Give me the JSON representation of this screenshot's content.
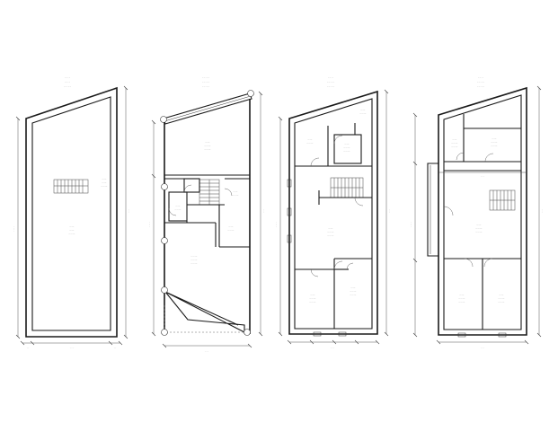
{
  "drawing": {
    "plans": [
      {
        "name": "plan-1",
        "header": [
          "· · ·",
          "· · ·",
          "· · · ·"
        ],
        "rooms": [
          {
            "id": "p1-room-a",
            "lines": [
              "· · ·",
              "· · ·",
              "· · · ·"
            ]
          },
          {
            "id": "p1-room-b",
            "lines": [
              "· · ·",
              "· · ·",
              "· · · ·"
            ]
          }
        ],
        "dims": {
          "bottom_left": "· ·",
          "bottom_mid": "· · ·",
          "bottom_right": "· ·",
          "left": "· · · ·",
          "right": "· · ·"
        }
      },
      {
        "name": "plan-2",
        "header": [
          "· · · ·",
          "· · · ·",
          "· · · ·"
        ],
        "rooms": [
          {
            "id": "p2-room-a",
            "lines": [
              "· · ·",
              "· · · ·",
              "· · · ·"
            ]
          },
          {
            "id": "p2-room-b",
            "lines": [
              "· · ·",
              "· · · ·"
            ]
          },
          {
            "id": "p2-room-c",
            "lines": [
              "· · ·",
              "· · · ·"
            ]
          },
          {
            "id": "p2-room-d",
            "lines": [
              "· · ·",
              "· · · ·"
            ]
          },
          {
            "id": "p2-room-e",
            "lines": [
              "· · · ·",
              "· · · ·",
              "· · · ·"
            ]
          }
        ],
        "dims": {
          "bottom": "· · ·",
          "left": "· · · ·",
          "right": "· · ·"
        }
      },
      {
        "name": "plan-3",
        "header": [
          "· · ·",
          "· · · ·",
          "· · · ·"
        ],
        "rooms": [
          {
            "id": "p3-room-a",
            "lines": [
              "· · ·",
              "· · · ·"
            ]
          },
          {
            "id": "p3-room-b",
            "lines": [
              "· · ·",
              "· · · ·"
            ]
          },
          {
            "id": "p3-room-c",
            "lines": [
              "· · ·",
              "· · · ·",
              "· · · ·"
            ]
          },
          {
            "id": "p3-room-d",
            "lines": [
              "· · ·",
              "· · · ·",
              "· · · ·"
            ]
          },
          {
            "id": "p3-room-e",
            "lines": [
              "· · ·",
              "· · · ·",
              "· · · ·"
            ]
          },
          {
            "id": "p3-room-f",
            "lines": [
              "· · ·",
              "· · · ·",
              "· · · ·"
            ]
          }
        ],
        "dims": {
          "bottom": "· · ·",
          "left": "· · · ·",
          "right": "· · ·"
        }
      },
      {
        "name": "plan-4",
        "header": [
          "· · ·",
          "· · · ·",
          "· · · ·"
        ],
        "rooms": [
          {
            "id": "p4-room-a",
            "lines": [
              "· · ·",
              "· · · ·",
              "· · · ·"
            ]
          },
          {
            "id": "p4-room-b",
            "lines": [
              "· · ·",
              "· · · ·",
              "· · · ·"
            ]
          },
          {
            "id": "p4-room-c",
            "lines": [
              "· · ·",
              "· · · ·",
              "· · · ·"
            ]
          },
          {
            "id": "p4-room-d",
            "lines": [
              "· · ·",
              "· · · ·",
              "· · · ·"
            ]
          },
          {
            "id": "p4-room-e",
            "lines": [
              "· · ·",
              "· · · ·",
              "· · · ·"
            ]
          }
        ],
        "dims": {
          "top": "· · ·",
          "bottom": "· · ·",
          "left": "· · · ·",
          "right": "· · ·"
        }
      }
    ]
  }
}
